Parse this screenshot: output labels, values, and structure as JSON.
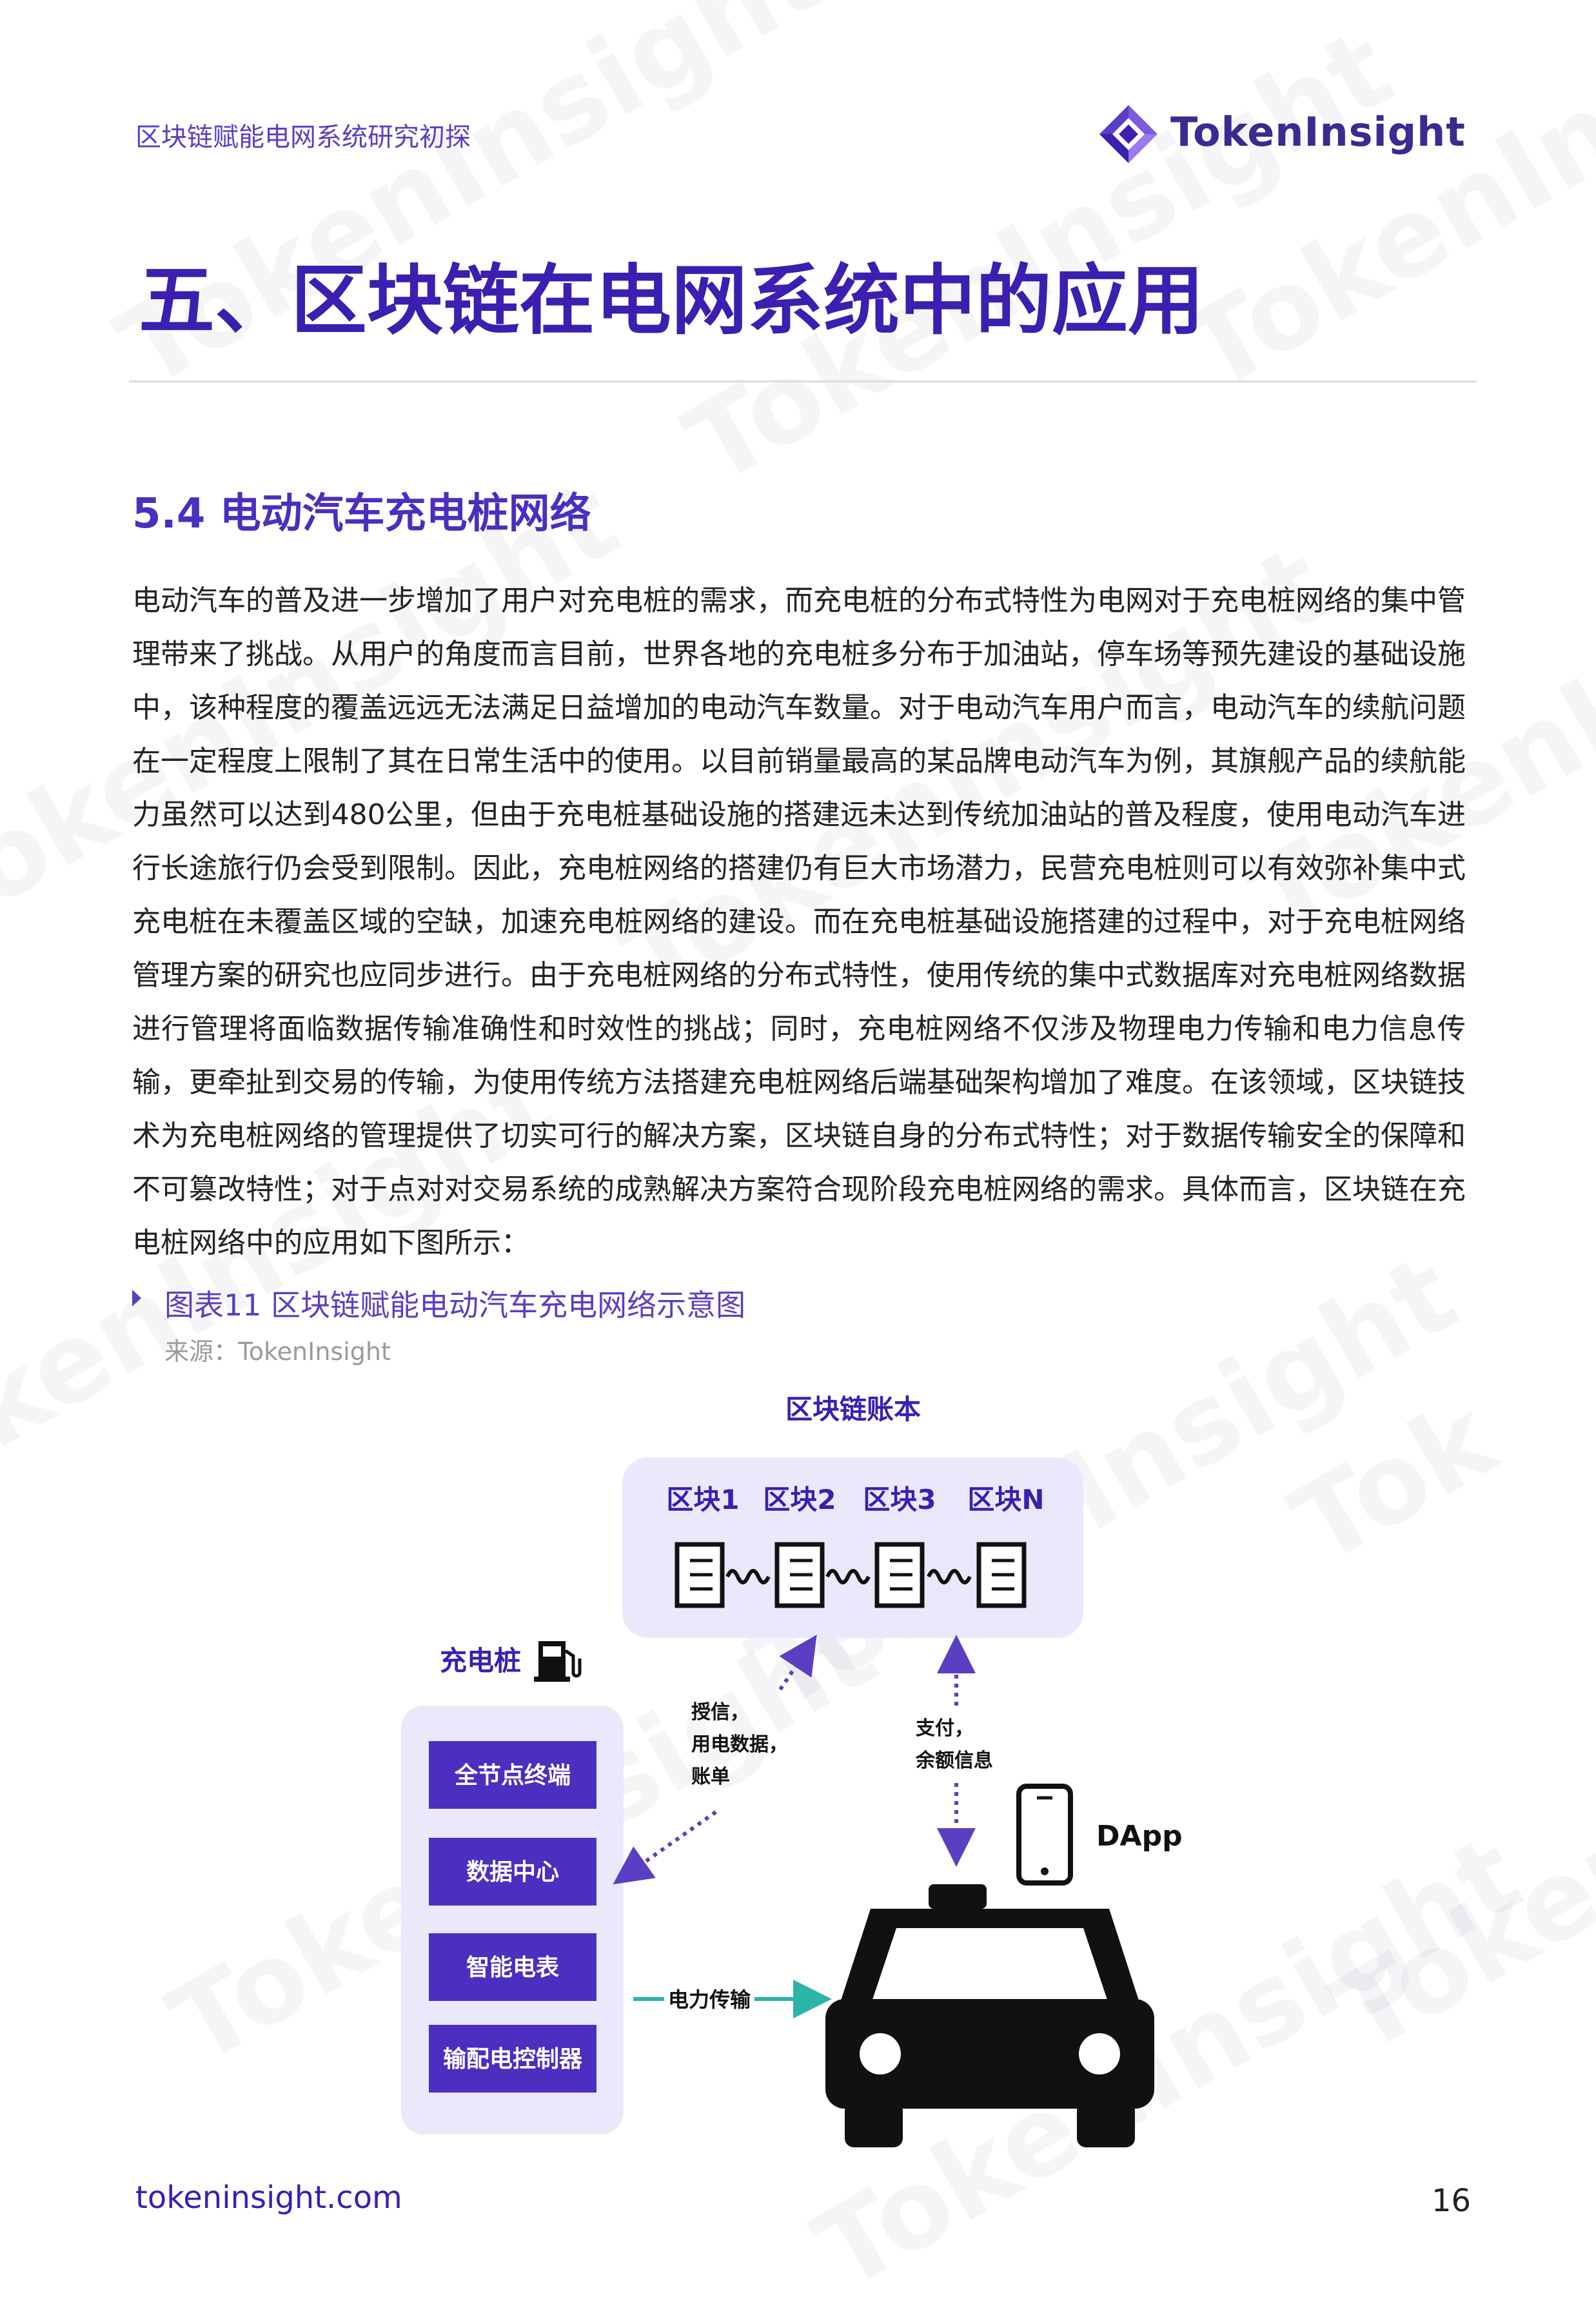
{
  "header": {
    "doc_title": "区块链赋能电网系统研究初探",
    "brand": "TokenInsight"
  },
  "chapter_title": "五、区块链在电网系统中的应用",
  "section_title": "5.4 电动汽车充电桩网络",
  "body_paragraph": "电动汽车的普及进一步增加了用户对充电桩的需求，而充电桩的分布式特性为电网对于充电桩网络的集中管理带来了挑战。从用户的角度而言目前，世界各地的充电桩多分布于加油站，停车场等预先建设的基础设施中，该种程度的覆盖远远无法满足日益增加的电动汽车数量。对于电动汽车用户而言，电动汽车的续航问题在一定程度上限制了其在日常生活中的使用。以目前销量最高的某品牌电动汽车为例，其旗舰产品的续航能力虽然可以达到480公里，但由于充电桩基础设施的搭建远未达到传统加油站的普及程度，使用电动汽车进行长途旅行仍会受到限制。因此，充电桩网络的搭建仍有巨大市场潜力，民营充电桩则可以有效弥补集中式充电桩在未覆盖区域的空缺，加速充电桩网络的建设。而在充电桩基础设施搭建的过程中，对于充电桩网络管理方案的研究也应同步进行。由于充电桩网络的分布式特性，使用传统的集中式数据库对充电桩网络数据进行管理将面临数据传输准确性和时效性的挑战；同时，充电桩网络不仅涉及物理电力传输和电力信息传输，更牵扯到交易的传输，为使用传统方法搭建充电桩网络后端基础架构增加了难度。在该领域，区块链技术为充电桩网络的管理提供了切实可行的解决方案，区块链自身的分布式特性；对于数据传输安全的保障和不可篡改特性；对于点对对交易系统的成熟解决方案符合现阶段充电桩网络的需求。具体而言，区块链在充电桩网络中的应用如下图所示：",
  "figure": {
    "caption": "图表11 区块链赋能电动汽车充电网络示意图",
    "source": "来源：TokenInsight",
    "ledger_title": "区块链账本",
    "blocks": [
      "区块1",
      "区块2",
      "区块3",
      "区块N"
    ],
    "charger_title": "充电桩",
    "charger_items": [
      "全节点终端",
      "数据中心",
      "智能电表",
      "输配电控制器"
    ],
    "auth_label_lines": [
      "授信，",
      "用电数据，",
      "账单"
    ],
    "pay_label_lines": [
      "支付，",
      "余额信息"
    ],
    "dapp_label": "DApp",
    "power_label": "电力传输"
  },
  "footer": {
    "url": "tokeninsight.com",
    "page_number": "16"
  },
  "colors": {
    "brand_purple": "#3a1fb0",
    "accent_purple": "#5b3fc2",
    "light_lavender": "#e9e9fb",
    "teal": "#2bb5a8"
  }
}
